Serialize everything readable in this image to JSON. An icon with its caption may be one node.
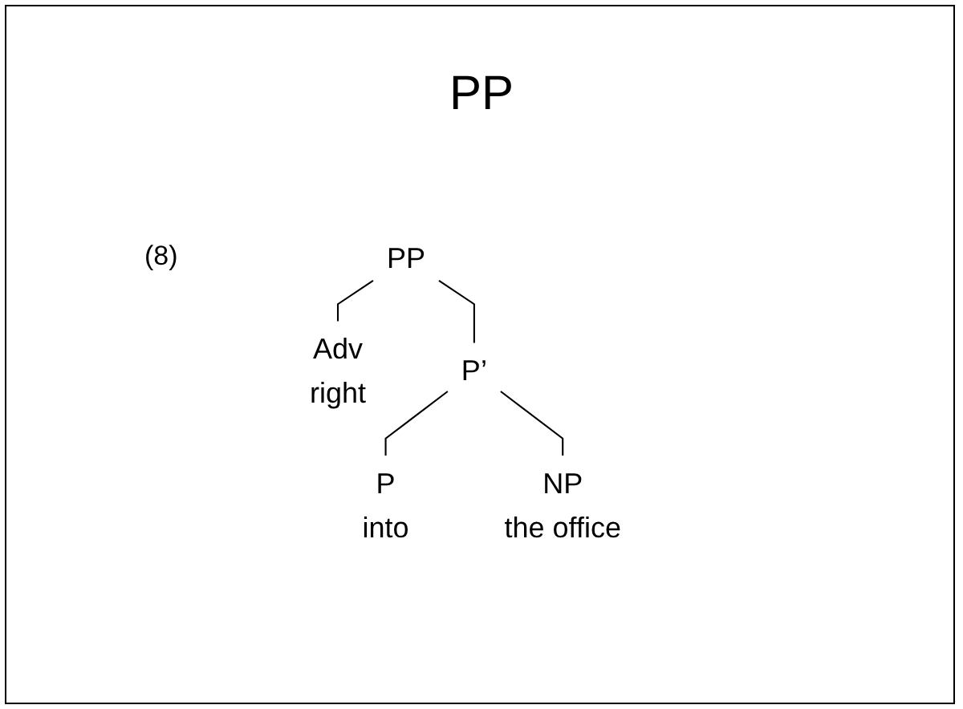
{
  "diagram": {
    "title": "PP",
    "nodes": [
      {
        "text": [
          "PP"
        ]
      },
      {
        "text": [
          "Adv",
          "right"
        ]
      },
      {
        "text": [
          "P’"
        ]
      },
      {
        "text": [
          "P",
          "into"
        ]
      },
      {
        "text": [
          "NP",
          "the office"
        ]
      }
    ],
    "edges": [
      {
        "from": 0,
        "to": 1,
        "arrow": "none"
      },
      {
        "from": 0,
        "to": 2,
        "arrow": "none"
      },
      {
        "from": 2,
        "to": 3,
        "arrow": "none"
      },
      {
        "from": 2,
        "to": 4,
        "arrow": "none"
      }
    ],
    "labels": [
      "(8)"
    ]
  }
}
